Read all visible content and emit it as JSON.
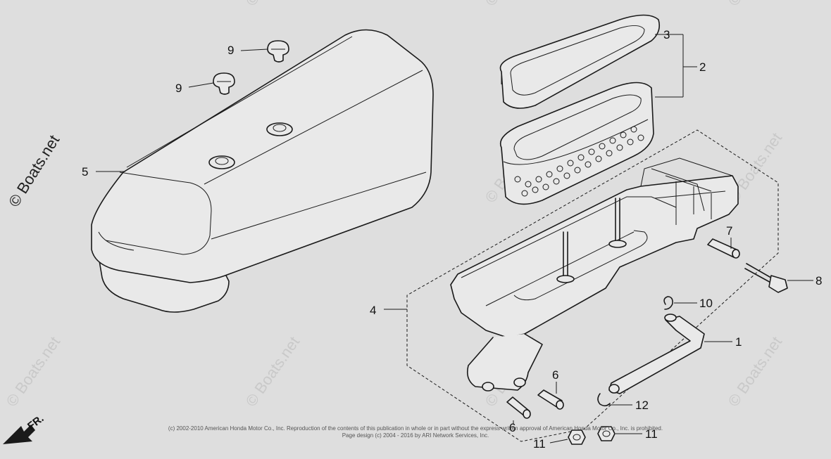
{
  "watermark": {
    "main": "© Boats.net",
    "faint": "© Boats.net"
  },
  "direction_marker": "FR.",
  "copyright": {
    "line1": "(c) 2002-2010 American Honda Motor Co., Inc. Reproduction of the contents of this publication in whole or in part without the express written approval of American Honda Motor Co., Inc. is prohibited.",
    "line2": "Page design (c) 2004 - 2016 by ARI Network Services, Inc."
  },
  "callouts": {
    "c1": "1",
    "c2": "2",
    "c3": "3",
    "c4": "4",
    "c5": "5",
    "c6a": "6",
    "c6b": "6",
    "c7": "7",
    "c8": "8",
    "c9a": "9",
    "c9b": "9",
    "c10": "10",
    "c11a": "11",
    "c11b": "11",
    "c12": "12"
  }
}
